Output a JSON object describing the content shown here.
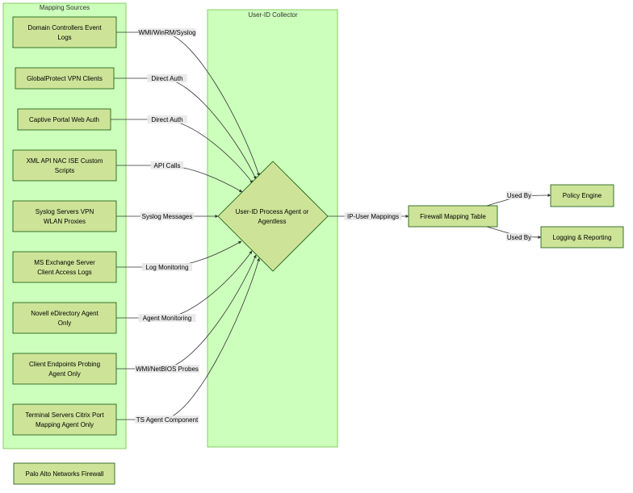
{
  "clusters": {
    "sources": {
      "title": "Mapping Sources"
    },
    "collector": {
      "title": "User-ID Collector"
    }
  },
  "sources": [
    {
      "id": "dc",
      "lines": [
        "Domain Controllers Event",
        "Logs"
      ],
      "edge_label": "WMI/WinRM/Syslog"
    },
    {
      "id": "gp",
      "lines": [
        "GlobalProtect VPN Clients"
      ],
      "edge_label": "Direct Auth"
    },
    {
      "id": "cp",
      "lines": [
        "Captive Portal Web Auth"
      ],
      "edge_label": "Direct Auth"
    },
    {
      "id": "xml",
      "lines": [
        "XML API NAC ISE Custom",
        "Scripts"
      ],
      "edge_label": "API Calls"
    },
    {
      "id": "sys",
      "lines": [
        "Syslog Servers VPN",
        "WLAN Proxies"
      ],
      "edge_label": "Syslog Messages"
    },
    {
      "id": "ex",
      "lines": [
        "MS Exchange Server",
        "Client Access Logs"
      ],
      "edge_label": "Log Monitoring"
    },
    {
      "id": "nov",
      "lines": [
        "Novell eDirectory Agent",
        "Only"
      ],
      "edge_label": "Agent Monitoring"
    },
    {
      "id": "ce",
      "lines": [
        "Client Endpoints Probing",
        "Agent Only"
      ],
      "edge_label": "WMI/NetBIOS Probes"
    },
    {
      "id": "ts",
      "lines": [
        "Terminal Servers Citrix Port",
        "Mapping Agent Only"
      ],
      "edge_label": "TS Agent Component"
    }
  ],
  "process": {
    "lines": [
      "User-ID Process Agent or",
      "Agentless"
    ]
  },
  "mapping_table": {
    "label": "Firewall Mapping Table",
    "in_label": "IP-User Mappings"
  },
  "outputs": [
    {
      "id": "policy",
      "label": "Policy Engine",
      "edge_label": "Used By"
    },
    {
      "id": "logging",
      "label": "Logging & Reporting",
      "edge_label": "Used By"
    }
  ],
  "firewall": {
    "label": "Palo Alto Networks Firewall"
  }
}
